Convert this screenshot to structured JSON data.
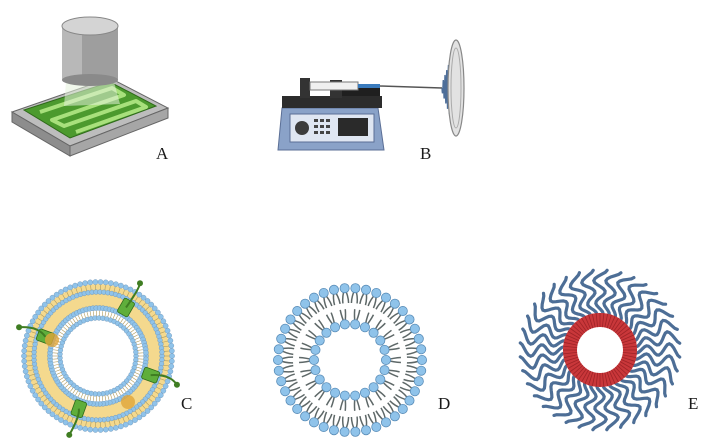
{
  "panels": [
    {
      "id": "A",
      "label": "A"
    },
    {
      "id": "B",
      "label": "B"
    },
    {
      "id": "C",
      "label": "C"
    },
    {
      "id": "D",
      "label": "D"
    },
    {
      "id": "E",
      "label": "E"
    }
  ],
  "colors": {
    "ink": "#1a1a1a",
    "microfluidic_green": "#5fae3b",
    "pump_blue": "#8aa2c8",
    "lipid_head_blue": "#8fc3ea",
    "tail_gray": "#5e6868",
    "vesicle_core_yellow": "#f2d27a",
    "micelle_core_red": "#c9373a",
    "micelle_tail_blue": "#4d6e96"
  }
}
